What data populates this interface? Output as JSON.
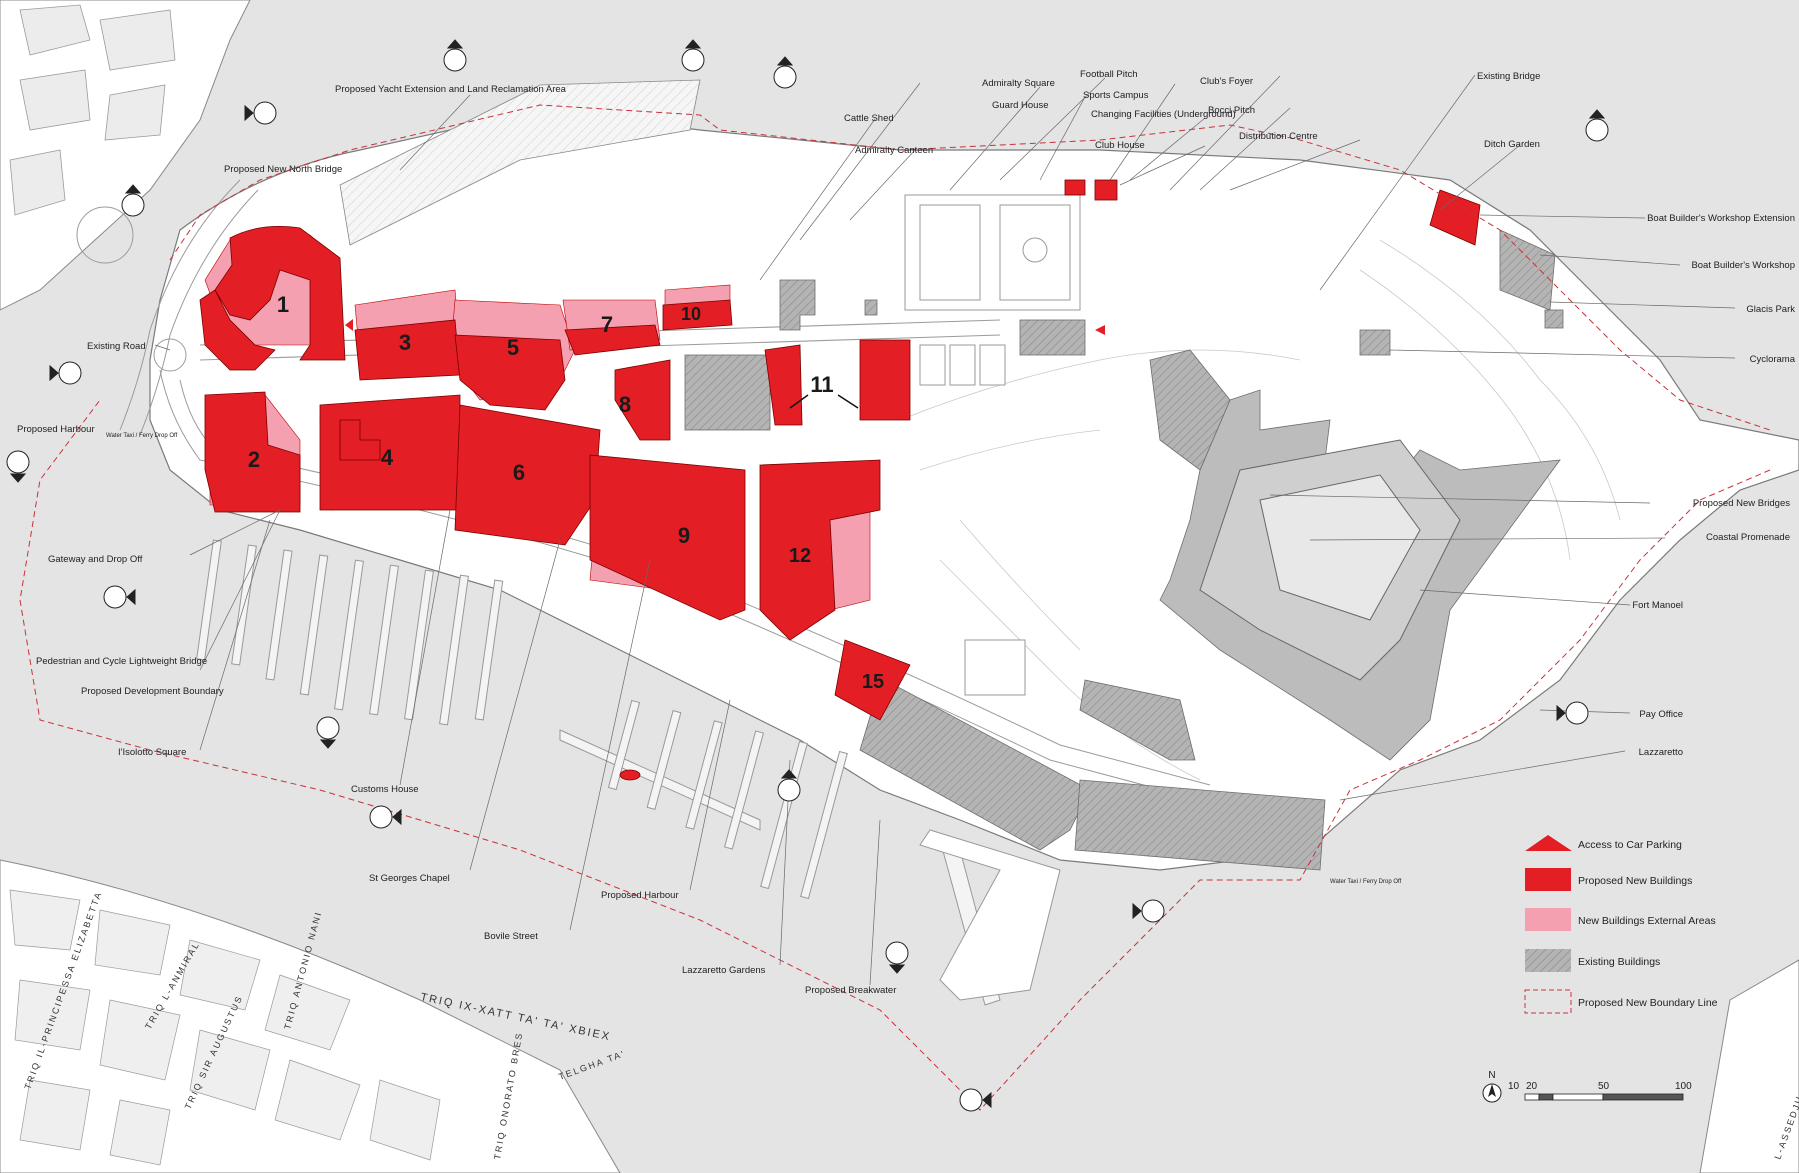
{
  "labels": {
    "yacht_extension": "Proposed Yacht Extension and Land Reclamation Area",
    "new_north_bridge": "Proposed New North Bridge",
    "existing_road": "Existing Road",
    "proposed_harbour_left": "Proposed Harbour",
    "gateway": "Gateway and Drop Off",
    "ped_bridge": "Pedestrian and Cycle Lightweight Bridge",
    "dev_boundary": "Proposed Development Boundary",
    "isolotto": "I'Isolotto Square",
    "customs": "Customs House",
    "st_georges": "St Georges Chapel",
    "bovile": "Bovile Street",
    "proposed_harbour": "Proposed Harbour",
    "lazzaretto_gardens": "Lazzaretto Gardens",
    "breakwater": "Proposed Breakwater",
    "cattle_shed": "Cattle Shed",
    "admiralty_canteen": "Admiralty Canteen",
    "admiralty_square": "Admiralty Square",
    "guard_house": "Guard House",
    "football_pitch": "Football Pitch",
    "sports_campus": "Sports Campus",
    "changing_facilities": "Changing Facilities (Underground)",
    "club_house": "Club House",
    "clubs_foyer": "Club's Foyer",
    "bocci_pitch": "Bocci Pitch",
    "distribution_centre": "Distribution Centre",
    "existing_bridge": "Existing Bridge",
    "ditch_garden": "Ditch Garden",
    "boat_ext": "Boat Builder's Workshop Extension",
    "boat_workshop": "Boat Builder's Workshop",
    "glacis_park": "Glacis Park",
    "cyclorama": "Cyclorama",
    "new_bridges": "Proposed New Bridges",
    "coastal_promenade": "Coastal Promenade",
    "fort_manoel": "Fort Manoel",
    "pay_office": "Pay Office",
    "lazzaretto": "Lazzaretto",
    "water_taxi_1": "Water Taxi / Ferry Drop Off",
    "water_taxi_2": "Water Taxi / Ferry Drop Off"
  },
  "streets": {
    "xatt": "TRIQ IX-XATT TA' TA' XBIEX",
    "principessa": "TRIQ IL-PRINCIPESSA ELIZABETTA",
    "anmiral": "TRIQ L-ANMIRAL",
    "sir_augustus": "TRIQ SIR AUGUSTUS",
    "antonio": "TRIQ ANTONIO NANI",
    "onorato": "TRIQ ONORATO BRES",
    "telgha": "TELGHA TA'",
    "assedju": "L-ASSEDJU L-"
  },
  "plot_numbers": [
    "1",
    "2",
    "3",
    "4",
    "5",
    "6",
    "7",
    "8",
    "9",
    "10",
    "11",
    "12",
    "15"
  ],
  "legend": {
    "car_parking": "Access to Car Parking",
    "new_buildings": "Proposed New Buildings",
    "external_areas": "New Buildings External Areas",
    "existing_buildings": "Existing Buildings",
    "boundary": "Proposed New Boundary Line"
  },
  "scale": {
    "north": "N",
    "t1": "10",
    "t2": "20",
    "t3": "50",
    "t4": "100"
  },
  "colors": {
    "new_building": "#e31e24",
    "external_area": "#f4a0b0",
    "existing_building": "#a9a9a9",
    "water": "#e3e3e3",
    "boundary": "#c8323c"
  }
}
